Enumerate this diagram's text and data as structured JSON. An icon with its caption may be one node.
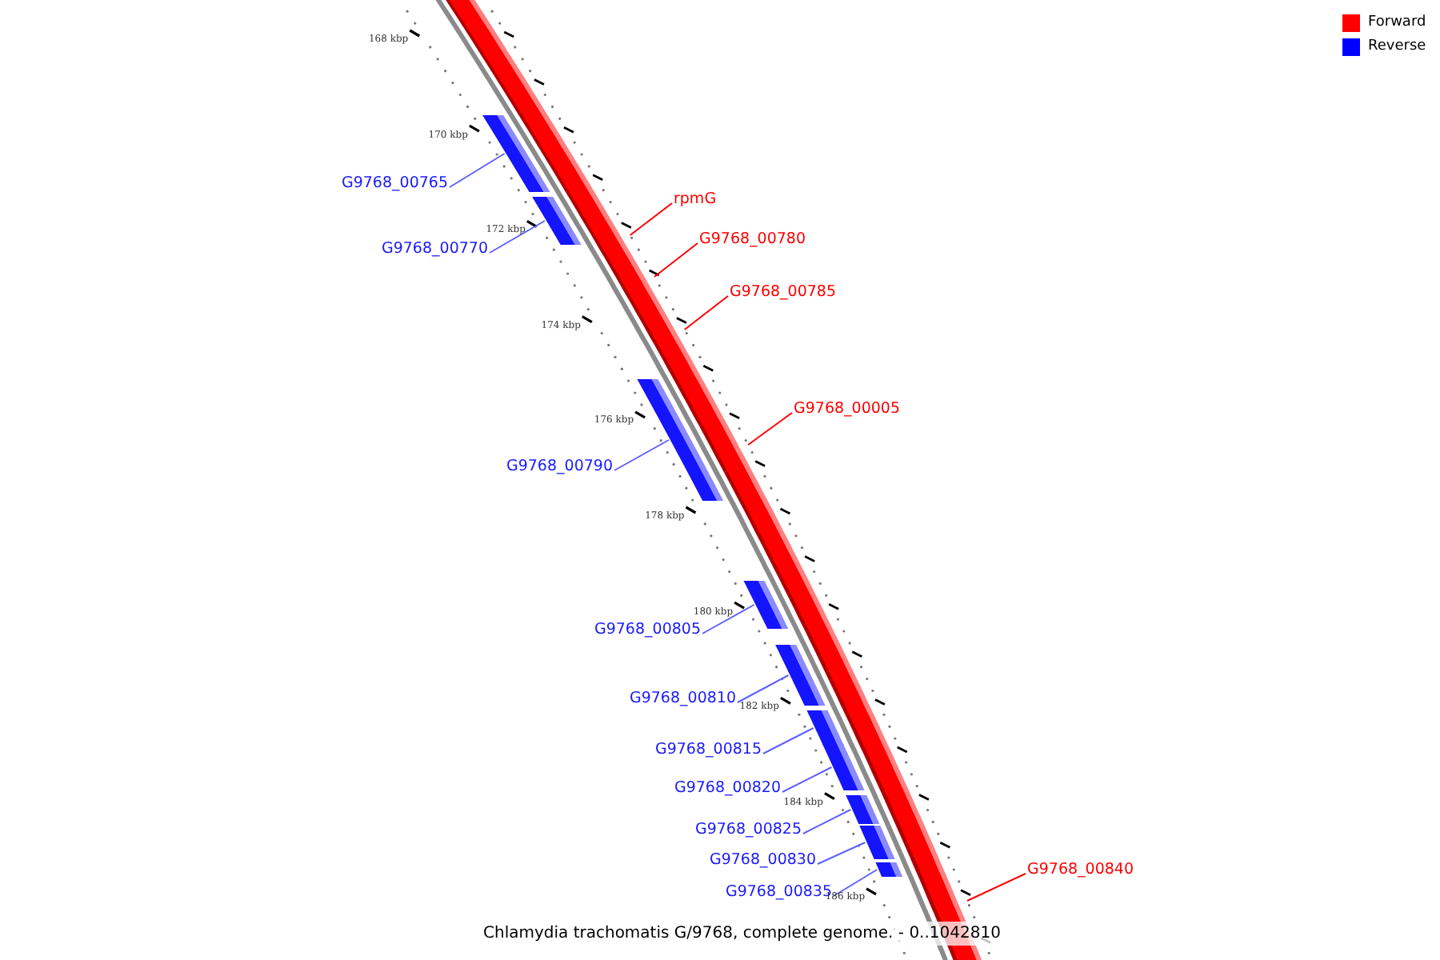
{
  "diagram": {
    "caption": "Chlamydia trachomatis G/9768, complete genome. - 0..1042810",
    "nodes": [
      {
        "text": [
          "G9768_00765"
        ]
      },
      {
        "text": [],
        "shape": "bar"
      },
      {
        "text": [
          "G9768_00770"
        ]
      },
      {
        "text": [],
        "shape": "bar"
      },
      {
        "text": [
          "rpmG"
        ]
      },
      {
        "text": [
          "G9768_00780"
        ]
      },
      {
        "text": [
          "G9768_00785"
        ]
      },
      {
        "text": [
          "G9768_00005"
        ]
      },
      {
        "text": [
          "G9768_00790"
        ]
      },
      {
        "text": [],
        "shape": "bar"
      },
      {
        "text": [
          "G9768_00805"
        ]
      },
      {
        "text": [],
        "shape": "bar"
      },
      {
        "text": [
          "G9768_00810"
        ]
      },
      {
        "text": [],
        "shape": "bar"
      },
      {
        "text": [
          "G9768_00815"
        ]
      },
      {
        "text": [],
        "shape": "bar"
      },
      {
        "text": [
          "G9768_00820"
        ]
      },
      {
        "text": [],
        "shape": "bar"
      },
      {
        "text": [
          "G9768_00825"
        ]
      },
      {
        "text": [],
        "shape": "bar"
      },
      {
        "text": [
          "G9768_00830"
        ]
      },
      {
        "text": [],
        "shape": "bar"
      },
      {
        "text": [
          "G9768_00835"
        ]
      },
      {
        "text": [],
        "shape": "bar"
      },
      {
        "text": [
          "G9768_00840"
        ]
      }
    ],
    "edges": [
      {
        "from": 0,
        "to": 1,
        "arrow": "none"
      },
      {
        "from": 2,
        "to": 3,
        "arrow": "none"
      },
      {
        "from": 4,
        "to": null,
        "arrow": "none",
        "color": "#ff0000"
      },
      {
        "from": 5,
        "to": null,
        "arrow": "none",
        "color": "#ff0000"
      },
      {
        "from": 6,
        "to": null,
        "arrow": "none",
        "color": "#ff0000"
      },
      {
        "from": 7,
        "to": null,
        "arrow": "none",
        "color": "#ff0000"
      },
      {
        "from": 8,
        "to": 9,
        "arrow": "none"
      },
      {
        "from": 10,
        "to": 11,
        "arrow": "none"
      },
      {
        "from": 12,
        "to": 13,
        "arrow": "none"
      },
      {
        "from": 14,
        "to": 15,
        "arrow": "none"
      },
      {
        "from": 16,
        "to": 17,
        "arrow": "none"
      },
      {
        "from": 18,
        "to": 19,
        "arrow": "none"
      },
      {
        "from": 20,
        "to": 21,
        "arrow": "none"
      },
      {
        "from": 22,
        "to": 23,
        "arrow": "none"
      },
      {
        "from": 24,
        "to": null,
        "arrow": "none",
        "color": "#ff0000"
      }
    ],
    "labels": [
      "168 kbp",
      "170 kbp",
      "172 kbp",
      "174 kbp",
      "176 kbp",
      "178 kbp",
      "180 kbp",
      "182 kbp",
      "184 kbp",
      "186 kbp"
    ],
    "legend": [
      {
        "text": "Forward",
        "color": "#ff0000"
      },
      {
        "text": "Reverse",
        "color": "#0000ff"
      }
    ]
  }
}
